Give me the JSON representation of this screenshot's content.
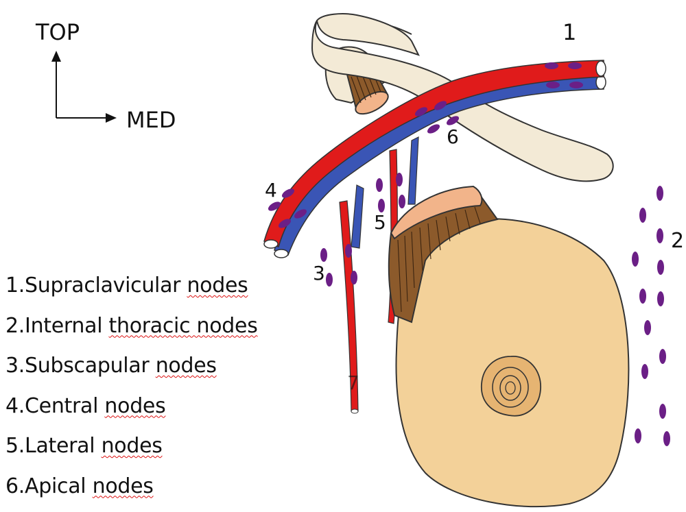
{
  "orientation": {
    "top_label": "TOP",
    "med_label": "MED"
  },
  "numbers": [
    "1",
    "2",
    "3",
    "4",
    "5",
    "6",
    "7"
  ],
  "legend": [
    {
      "number": "1.",
      "text": "Supraclavicular",
      "underlined": "nodes"
    },
    {
      "number": "2.",
      "text": "Internal",
      "underlined": "thoracic nodes"
    },
    {
      "number": "3.",
      "text": "Subscapular",
      "underlined": "nodes"
    },
    {
      "number": "4.",
      "text": "Central",
      "underlined": "nodes"
    },
    {
      "number": "5.",
      "text": "Lateral",
      "underlined": "nodes"
    },
    {
      "number": "6.",
      "text": "Apical",
      "underlined": "nodes"
    }
  ],
  "colors": {
    "artery": "#e01b1b",
    "vein": "#3a55b5",
    "node": "#6b1f86",
    "bone": "#f3ead6",
    "muscle": "#8c5a2b",
    "muscle_cut": "#f2b48a",
    "breast": "#f3d199",
    "areola": "#e6b472",
    "outline": "#333333"
  }
}
